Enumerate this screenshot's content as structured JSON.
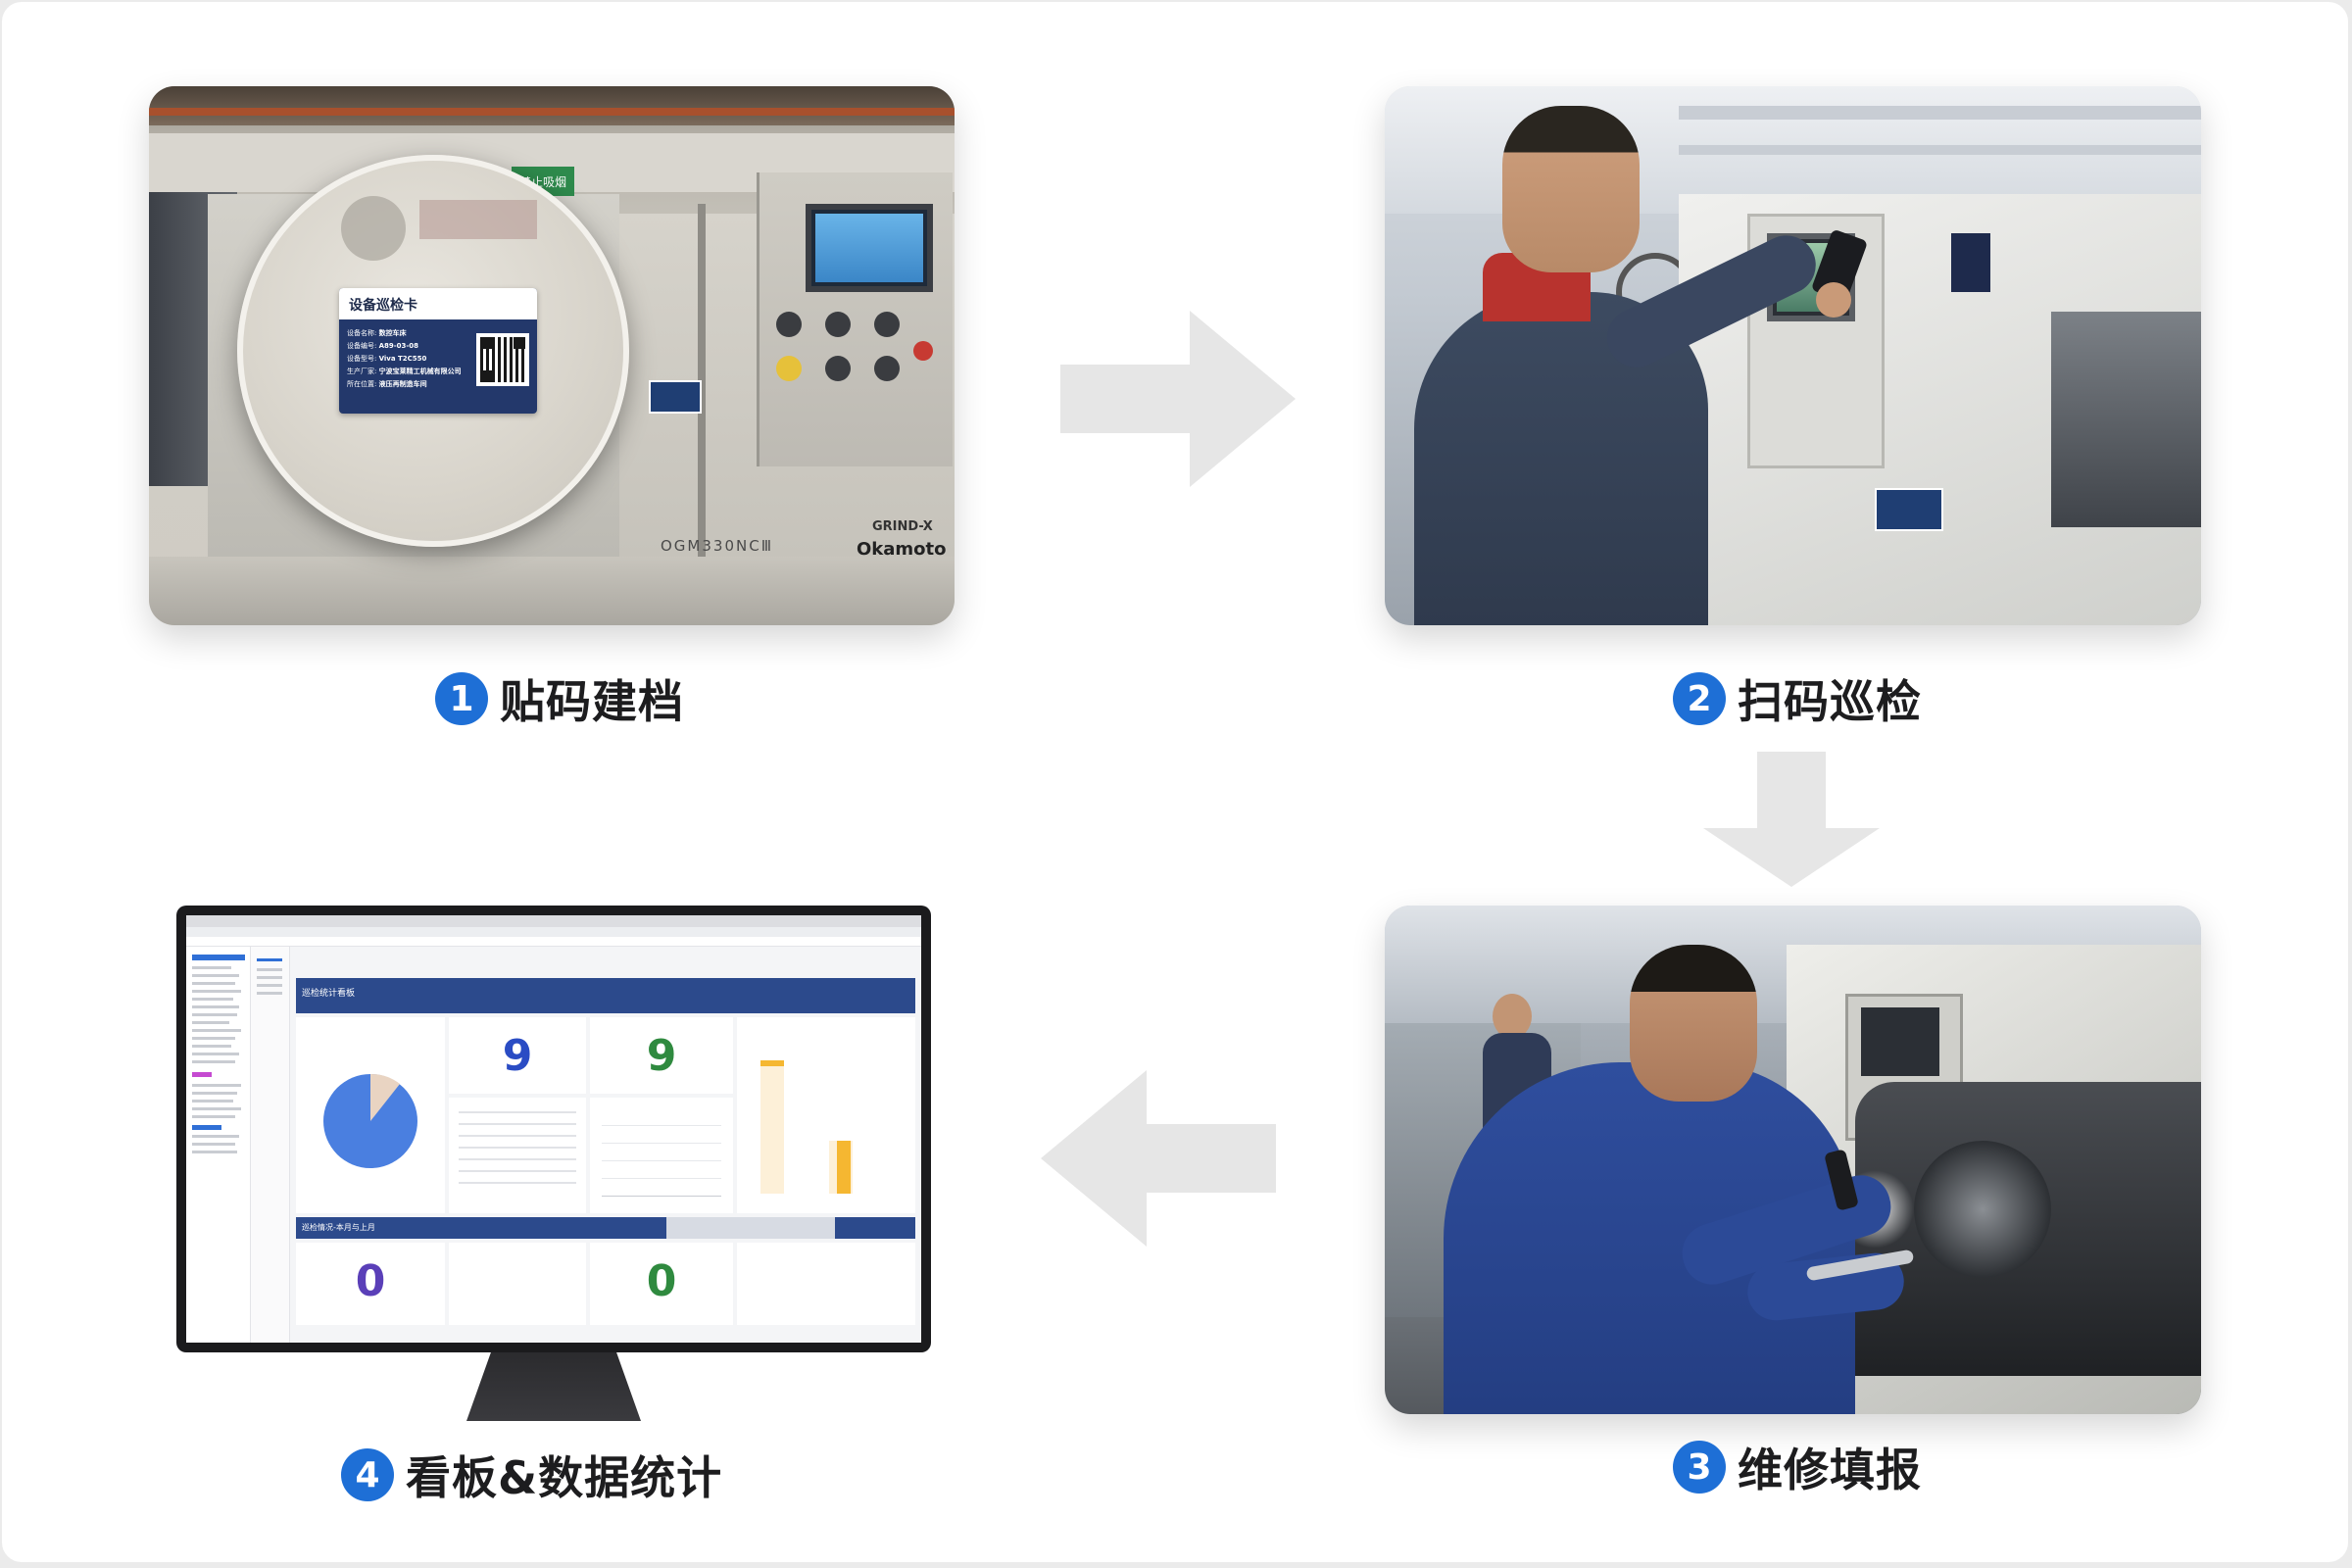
{
  "steps": [
    {
      "num": "1",
      "label": "贴码建档"
    },
    {
      "num": "2",
      "label": "扫码巡检"
    },
    {
      "num": "3",
      "label": "维修填报"
    },
    {
      "num": "4",
      "label": "看板&数据统计"
    }
  ],
  "card": {
    "title": "设备巡检卡",
    "rows": [
      {
        "k": "设备名称:",
        "v": "数控车床"
      },
      {
        "k": "设备编号:",
        "v": "A89-03-08"
      },
      {
        "k": "设备型号:",
        "v": "Viva T2C550"
      },
      {
        "k": "生产厂家:",
        "v": "宁波宝莱精工机械有限公司"
      },
      {
        "k": "所在位置:",
        "v": "液压再制造车间"
      }
    ]
  },
  "machine1": {
    "model": "OGM330NCⅢ",
    "brand_top": "GRIND-X",
    "brand": "Okamoto",
    "sign": "禁止吸烟"
  },
  "dashboard": {
    "header": "巡检统计看板",
    "section2": "巡检情况-本月与上月",
    "big_numbers": [
      "9",
      "9",
      "0",
      "0"
    ],
    "colors": {
      "header": "#2c4a8c",
      "bar": "#f5b731",
      "pie_main": "#4a7fe0",
      "pie_slice": "#e9d4c2",
      "num_blue": "#2a4cc4",
      "num_green": "#2f8a3f",
      "num_purple": "#5a3fb8"
    }
  },
  "colors": {
    "accent": "#1e6fd6",
    "arrow": "#e6e6e6"
  }
}
